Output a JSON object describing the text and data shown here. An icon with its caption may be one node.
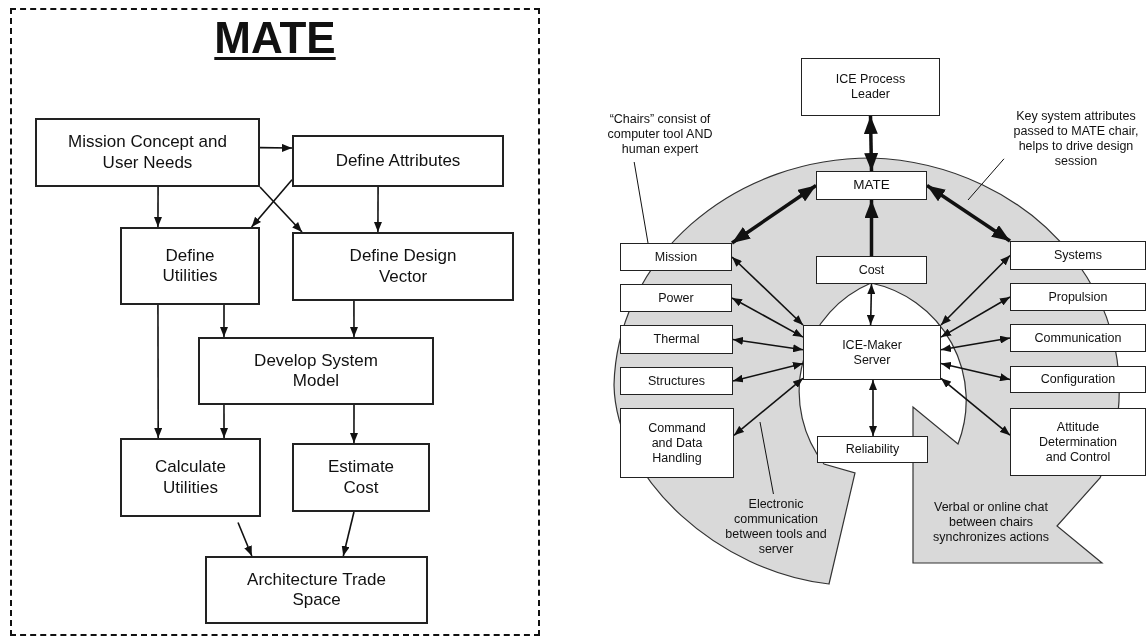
{
  "diagram": {
    "nodes": [
      {
        "text": [
          "MATE"
        ]
      },
      {
        "text": [
          "Mission Concept and User Needs"
        ],
        "in": 0
      },
      {
        "text": [
          "Define Attributes"
        ],
        "in": 0
      },
      {
        "text": [
          "Define Utilities"
        ],
        "in": 0
      },
      {
        "text": [
          "Define Design Vector"
        ],
        "in": 0
      },
      {
        "text": [
          "Develop System Model"
        ],
        "in": 0
      },
      {
        "text": [
          "Calculate Utilities"
        ],
        "in": 0
      },
      {
        "text": [
          "Estimate Cost"
        ],
        "in": 0
      },
      {
        "text": [
          "Architecture Trade Space"
        ],
        "in": 0
      },
      {
        "text": [
          "ICE Process Leader"
        ]
      },
      {
        "text": [
          "“Chairs” consist of computer tool AND human expert"
        ]
      },
      {
        "text": [
          "Key system attributes passed to MATE chair, helps to drive design session"
        ]
      },
      {
        "text": [
          "MATE"
        ]
      },
      {
        "text": [
          "Mission"
        ]
      },
      {
        "text": [
          "Cost"
        ]
      },
      {
        "text": [
          "Systems"
        ]
      },
      {
        "text": [
          "Power"
        ]
      },
      {
        "text": [
          "Propulsion"
        ]
      },
      {
        "text": [
          "Thermal"
        ]
      },
      {
        "text": [
          "ICE-Maker Server"
        ]
      },
      {
        "text": [
          "Communication"
        ]
      },
      {
        "text": [
          "Structures"
        ]
      },
      {
        "text": [
          "Configuration"
        ]
      },
      {
        "text": [
          "Command and Data Handling"
        ]
      },
      {
        "text": [
          "Reliability"
        ]
      },
      {
        "text": [
          "Attitude Determination and Control"
        ]
      },
      {
        "text": [
          "Electronic communication between tools and server"
        ]
      }
    ],
    "edges": [
      {
        "from": 1,
        "to": 2,
        "arrow": "to"
      },
      {
        "from": 1,
        "to": 3,
        "arrow": "to"
      },
      {
        "from": 2,
        "to": 3,
        "arrow": "to"
      },
      {
        "from": 1,
        "to": 4,
        "arrow": "to"
      },
      {
        "from": 2,
        "to": 4,
        "arrow": "to"
      },
      {
        "from": 3,
        "to": 5,
        "arrow": "to"
      },
      {
        "from": 4,
        "to": 5,
        "arrow": "to"
      },
      {
        "from": 3,
        "to": 6,
        "arrow": "to"
      },
      {
        "from": 5,
        "to": 6,
        "arrow": "to"
      },
      {
        "from": 5,
        "to": 7,
        "arrow": "to"
      },
      {
        "from": 6,
        "to": 8,
        "arrow": "to"
      },
      {
        "from": 7,
        "to": 8,
        "arrow": "to"
      },
      {
        "from": 9,
        "to": 12,
        "arrow": "both",
        "style": "thick"
      },
      {
        "from": 12,
        "to": 13,
        "arrow": "both",
        "style": "thick"
      },
      {
        "from": 12,
        "to": 15,
        "arrow": "both",
        "style": "thick"
      },
      {
        "from": 14,
        "to": 12,
        "arrow": "to",
        "style": "thick"
      },
      {
        "from": 14,
        "to": 19,
        "arrow": "both"
      },
      {
        "from": 13,
        "to": 19,
        "arrow": "both"
      },
      {
        "from": 16,
        "to": 19,
        "arrow": "both"
      },
      {
        "from": 18,
        "to": 19,
        "arrow": "both"
      },
      {
        "from": 21,
        "to": 19,
        "arrow": "both"
      },
      {
        "from": 23,
        "to": 19,
        "arrow": "both"
      },
      {
        "from": 15,
        "to": 19,
        "arrow": "both"
      },
      {
        "from": 17,
        "to": 19,
        "arrow": "both"
      },
      {
        "from": 20,
        "to": 19,
        "arrow": "both"
      },
      {
        "from": 22,
        "to": 19,
        "arrow": "both"
      },
      {
        "from": 25,
        "to": 19,
        "arrow": "both"
      },
      {
        "from": 19,
        "to": 24,
        "arrow": "both"
      },
      {
        "from": 10,
        "to": 13,
        "arrow": "none"
      },
      {
        "from": 11,
        "to": null,
        "arrow": "none"
      },
      {
        "from": 26,
        "to": null,
        "arrow": "none"
      }
    ],
    "labels": [
      "Verbal or online chat between chairs synchronizes actions"
    ]
  }
}
